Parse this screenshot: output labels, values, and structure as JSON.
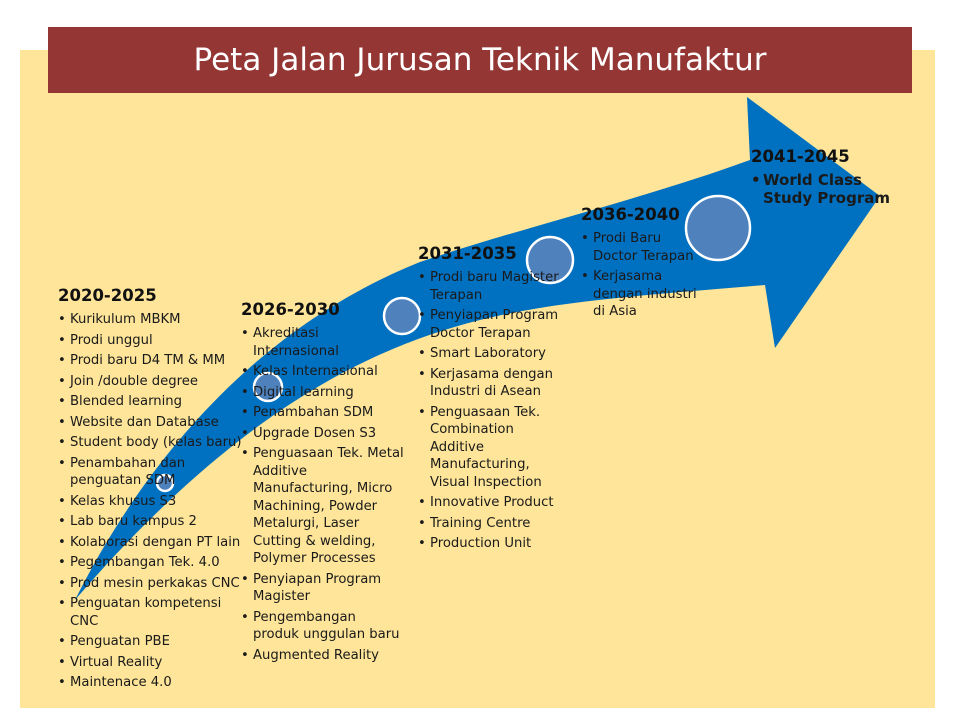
{
  "title": "Peta Jalan Jurusan Teknik Manufaktur",
  "colors": {
    "background": "#fee599",
    "title_bar": "#943634",
    "arrow": "#0070c0",
    "circle": "#4f81bd"
  },
  "phases": [
    {
      "period": "2020-2025",
      "items": [
        "Kurikulum MBKM",
        "Prodi unggul",
        "Prodi baru D4 TM & MM",
        "Join /double degree",
        "Blended learning",
        "Website  dan Database",
        "Student body (kelas baru)",
        "Penambahan  dan penguatan SDM",
        "Kelas khusus S3",
        "Lab baru kampus 2",
        "Kolaborasi dengan PT lain",
        "Pegembangan Tek. 4.0",
        "Prod mesin perkakas CNC",
        "Penguatan kompetensi CNC",
        "Penguatan PBE",
        "Virtual Reality",
        "Maintenace 4.0"
      ]
    },
    {
      "period": "2026-2030",
      "items": [
        "Akreditasi Internasional",
        "Kelas Internasional",
        "Digital learning",
        "Penambahan SDM",
        "Upgrade Dosen S3",
        "Penguasaan Tek. Metal Additive Manufacturing, Micro Machining, Powder Metalurgi, Laser Cutting & welding, Polymer Processes",
        "Penyiapan Program Magister",
        "Pengembangan produk unggulan baru",
        "Augmented Reality"
      ]
    },
    {
      "period": "2031-2035",
      "items": [
        "Prodi baru Magister Terapan",
        "Penyiapan Program Doctor Terapan",
        "Smart Laboratory",
        "Kerjasama dengan Industri di Asean",
        "Penguasaan Tek. Combination Additive Manufacturing, Visual Inspection",
        "Innovative Product",
        "Training Centre",
        "Production Unit"
      ]
    },
    {
      "period": "2036-2040",
      "items": [
        "Prodi Baru Doctor Terapan",
        "Kerjasama dengan industri di Asia"
      ]
    },
    {
      "period": "2041-2045",
      "items": [
        "World Class Study Program"
      ]
    }
  ]
}
